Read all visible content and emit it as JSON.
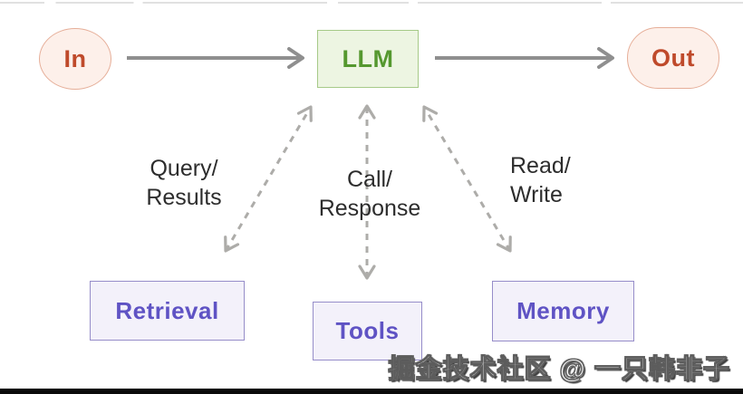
{
  "diagram": {
    "title_hint": "LLM agent architecture flow",
    "nodes": {
      "input": {
        "label": "In"
      },
      "llm": {
        "label": "LLM"
      },
      "output": {
        "label": "Out"
      },
      "retrieval": {
        "label": "Retrieval"
      },
      "tools": {
        "label": "Tools"
      },
      "memory": {
        "label": "Memory"
      }
    },
    "edge_labels": {
      "retrieval": "Query/\nResults",
      "tools": "Call/\nResponse",
      "memory": "Read/\nWrite"
    },
    "edges": [
      {
        "from": "In",
        "to": "LLM",
        "style": "solid-arrow"
      },
      {
        "from": "LLM",
        "to": "Out",
        "style": "solid-arrow"
      },
      {
        "from": "LLM",
        "to": "Retrieval",
        "style": "dashed-double-arrow",
        "label": "Query/Results"
      },
      {
        "from": "LLM",
        "to": "Tools",
        "style": "dashed-double-arrow",
        "label": "Call/Response"
      },
      {
        "from": "LLM",
        "to": "Memory",
        "style": "dashed-double-arrow",
        "label": "Read/Write"
      }
    ]
  },
  "watermark": {
    "text": "掘金技术社区 @ 一只韩非子"
  },
  "colors": {
    "io_fill": "#fdf0ea",
    "io_border": "#e6ae98",
    "io_text": "#bf4a2b",
    "llm_fill": "#edf5e2",
    "llm_border": "#a6ca88",
    "llm_text": "#55982f",
    "module_fill": "#f3f1fa",
    "module_border": "#968dc9",
    "module_text": "#5f53c4",
    "arrow_solid": "#8f8f8f",
    "arrow_dashed": "#adaca9",
    "label_text": "#2d2d2d"
  }
}
